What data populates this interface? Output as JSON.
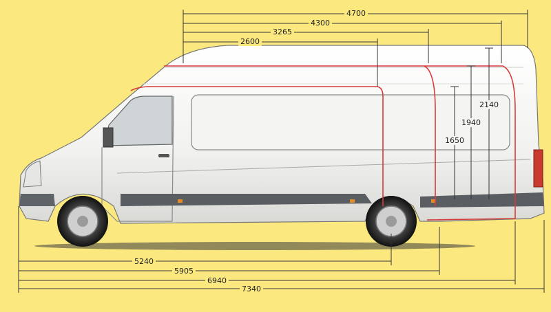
{
  "dimensions": {
    "top": [
      {
        "label": "4700"
      },
      {
        "label": "4300"
      },
      {
        "label": "3265"
      },
      {
        "label": "2600"
      }
    ],
    "heights": [
      {
        "label": "2140"
      },
      {
        "label": "1940"
      },
      {
        "label": "1650"
      }
    ],
    "bottom": [
      {
        "label": "5240"
      },
      {
        "label": "5905"
      },
      {
        "label": "6940"
      },
      {
        "label": "7340"
      }
    ]
  },
  "colors": {
    "background": "#fbe97f",
    "body": "#f7f7f5",
    "trim": "#5a5e63",
    "cargo_outline": "#d63a3a",
    "dimension_line": "#333333"
  }
}
